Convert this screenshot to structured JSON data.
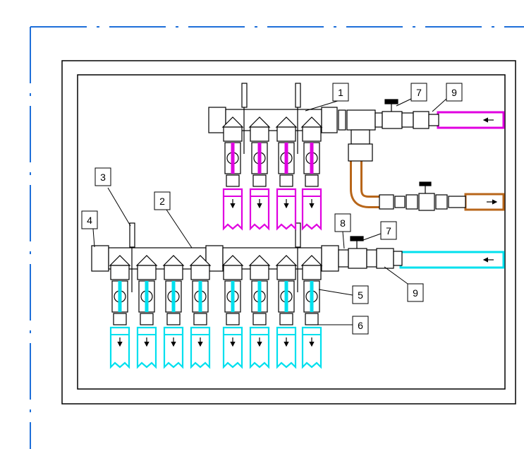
{
  "colors": {
    "outline": "#000000",
    "frame_dash": "#1e6fd9",
    "hot_supply": "#e000e0",
    "hot_return": "#b8661a",
    "cold": "#00e0ee",
    "grey": "#777777"
  },
  "icons": {
    "ball_valve": "ball-valve-icon",
    "flow_arrow": "flow-arrow-icon",
    "air_vent": "air-vent-icon"
  },
  "callouts": {
    "supply_manifold": "1",
    "return_manifold": "2",
    "air_vent_left": "3",
    "end_cap": "4",
    "loop_valve": "5",
    "loop_fitting": "6",
    "ball_valve_top": "7",
    "ball_valve_bottom": "7",
    "manifold_adapter": "8",
    "pipe_top": "9",
    "pipe_bottom": "9"
  }
}
